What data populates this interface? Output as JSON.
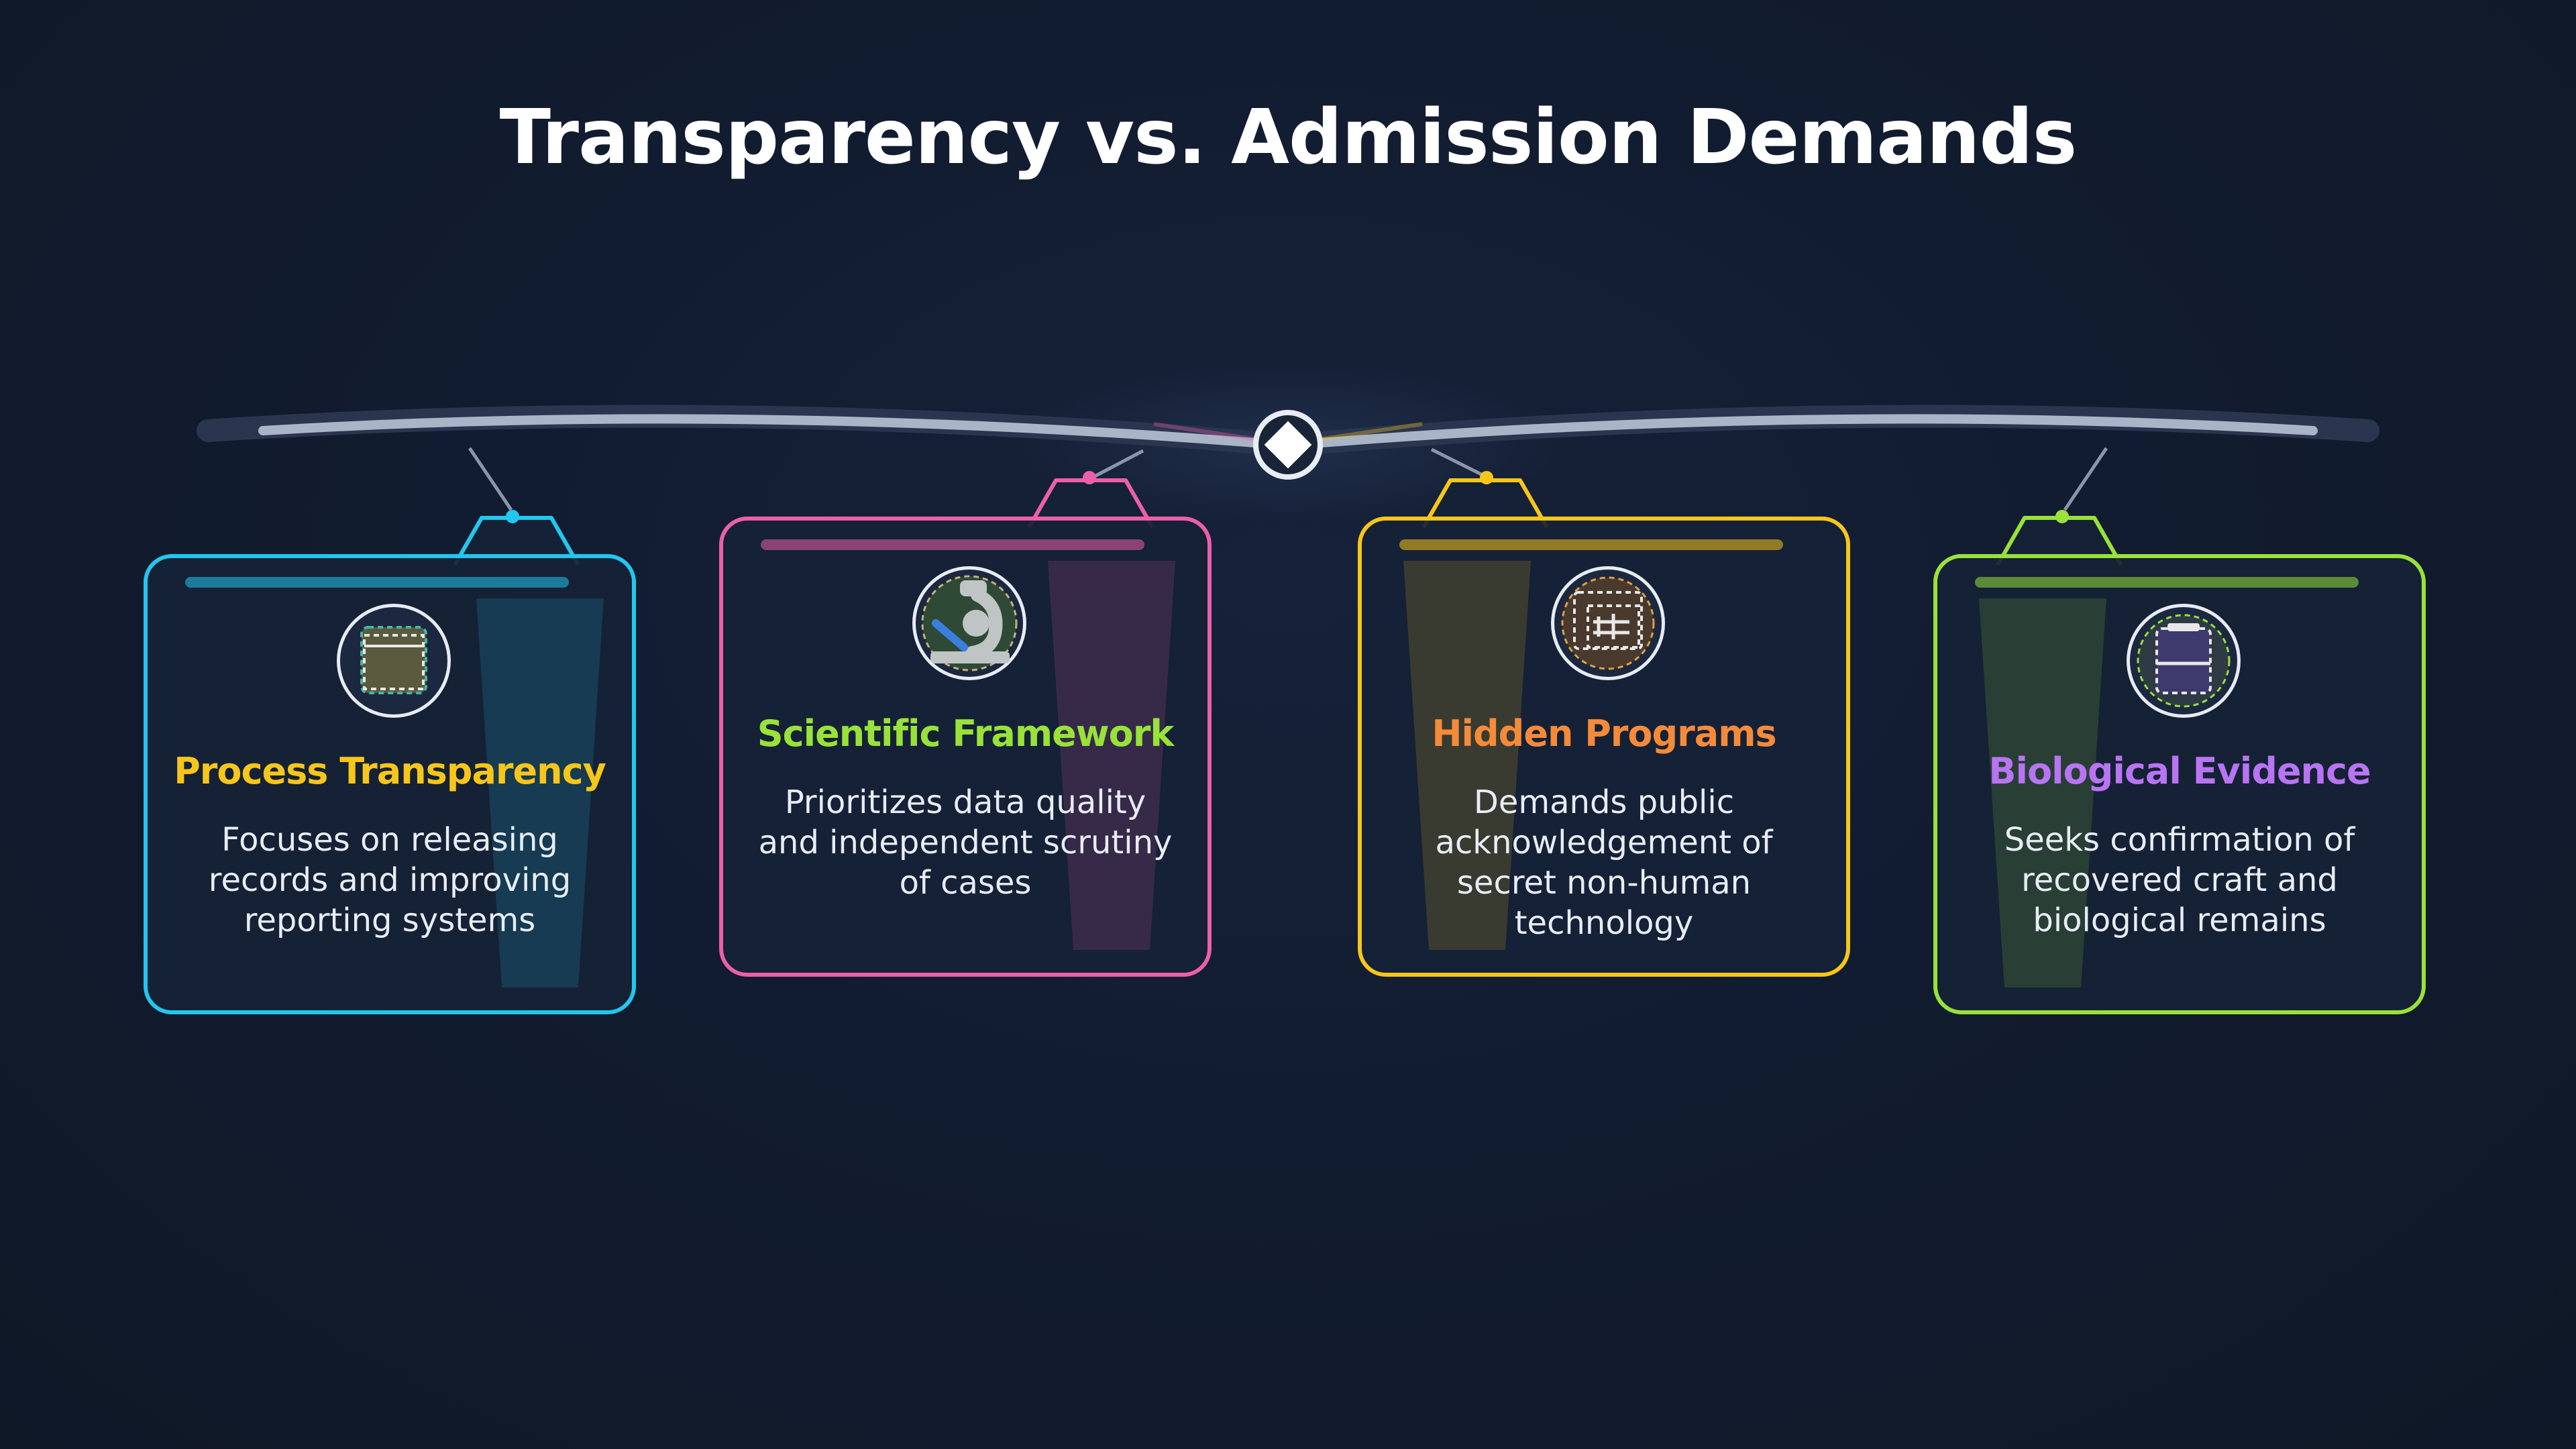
{
  "title": "Transparency vs. Admission Demands",
  "colors": {
    "background": "#121c30",
    "beam": "#a9b4c6",
    "cyan": "#22c7ee",
    "pink": "#ec5fa9",
    "yellow": "#f7c61a",
    "lime": "#98e23a",
    "orange": "#f58b3a",
    "purple": "#b874f2"
  },
  "cards": [
    {
      "title": "Process Transparency",
      "description": "Focuses on releasing records and improving reporting systems",
      "border_color": "#22c7ee",
      "title_color": "#f7c61a",
      "icon": "document-box-icon"
    },
    {
      "title": "Scientific Framework",
      "description": "Prioritizes data quality and independent scrutiny of cases",
      "border_color": "#ec5fa9",
      "title_color": "#98e23a",
      "icon": "microscope-icon"
    },
    {
      "title": "Hidden Programs",
      "description": "Demands public acknowledgement of secret non-human technology",
      "border_color": "#f7c61a",
      "title_color": "#f58b3a",
      "icon": "classified-file-icon"
    },
    {
      "title": "Biological Evidence",
      "description": "Seeks confirmation of recovered craft and biological remains",
      "border_color": "#98e23a",
      "title_color": "#b874f2",
      "icon": "specimen-jar-icon"
    }
  ]
}
